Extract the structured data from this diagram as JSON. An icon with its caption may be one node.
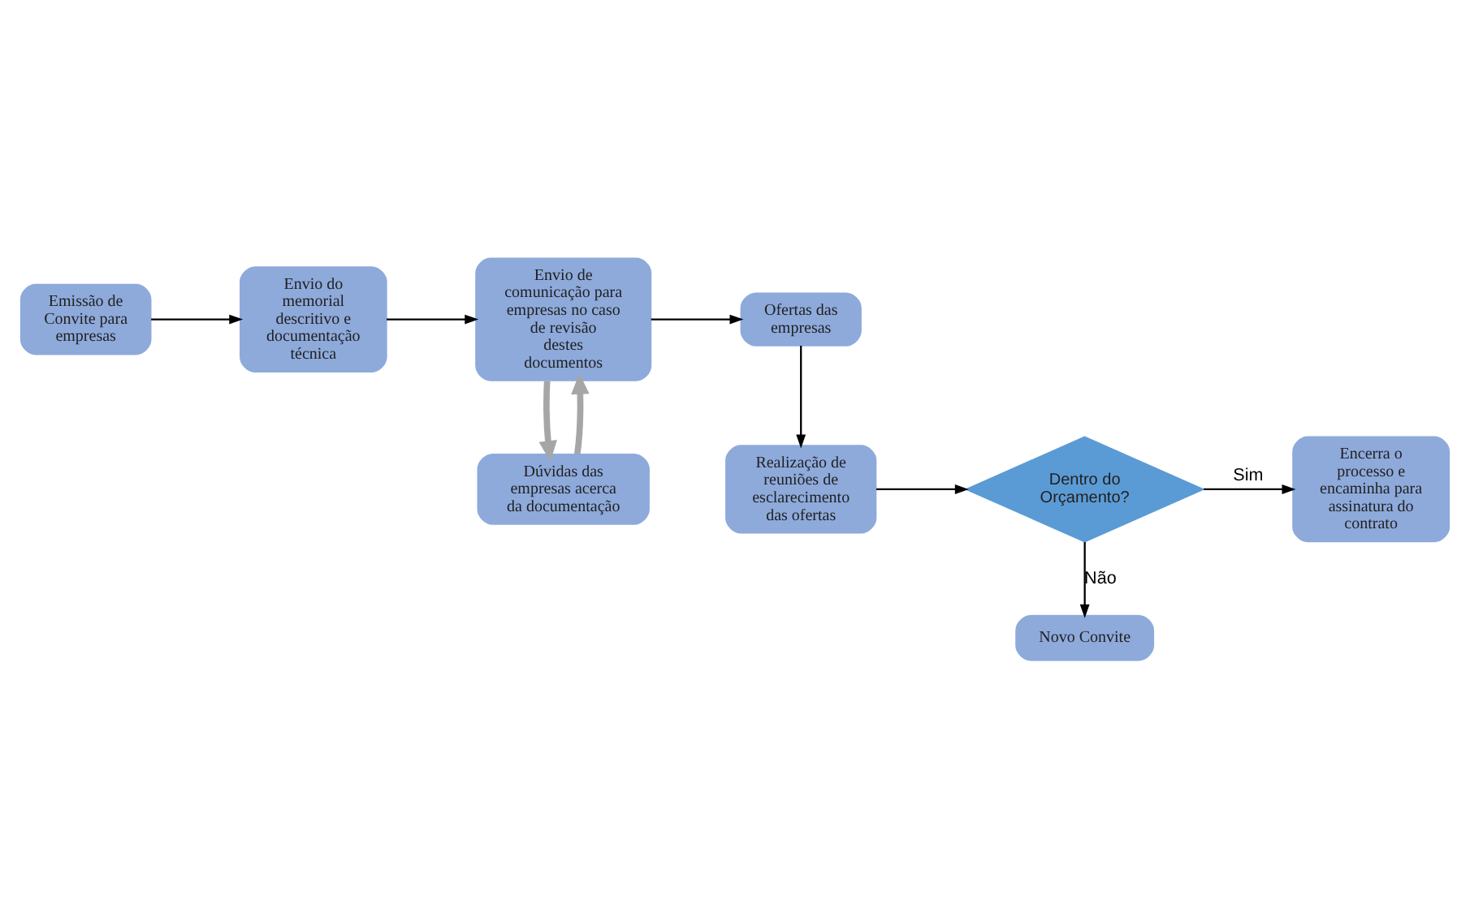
{
  "diagram": {
    "nodes": [
      {
        "text": [
          "Emissão de Convite para empresas"
        ]
      },
      {
        "text": [
          "Envio do memorial descritivo e documentação técnica"
        ]
      },
      {
        "text": [
          "Envio de comunicação para empresas no caso de revisão destes documentos"
        ]
      },
      {
        "text": [
          "Ofertas das empresas"
        ]
      },
      {
        "text": [
          "Dúvidas das empresas acerca da documentação"
        ]
      },
      {
        "text": [
          "Realização de reuniões de esclarecimento das ofertas"
        ]
      },
      {
        "text": [
          "Dentro do Orçamento?"
        ]
      },
      {
        "text": [
          "Encerra o processo e encaminha para assinatura do contrato"
        ]
      },
      {
        "text": [
          "Novo Convite"
        ]
      }
    ],
    "edges": [
      {
        "from": 0,
        "to": 1,
        "arrow": "to"
      },
      {
        "from": 1,
        "to": 2,
        "arrow": "to"
      },
      {
        "from": 2,
        "to": 3,
        "arrow": "to"
      },
      {
        "from": 2,
        "to": 4,
        "arrow": "to",
        "style": "thick",
        "color": "#a6a6a6"
      },
      {
        "from": 4,
        "to": 2,
        "arrow": "to",
        "style": "thick",
        "color": "#a6a6a6"
      },
      {
        "from": 3,
        "to": 5,
        "arrow": "to"
      },
      {
        "from": 5,
        "to": 6,
        "arrow": "to"
      },
      {
        "from": 6,
        "to": 7,
        "label": "Sim",
        "arrow": "to"
      },
      {
        "from": 6,
        "to": 8,
        "label": "Não",
        "arrow": "to"
      }
    ]
  }
}
